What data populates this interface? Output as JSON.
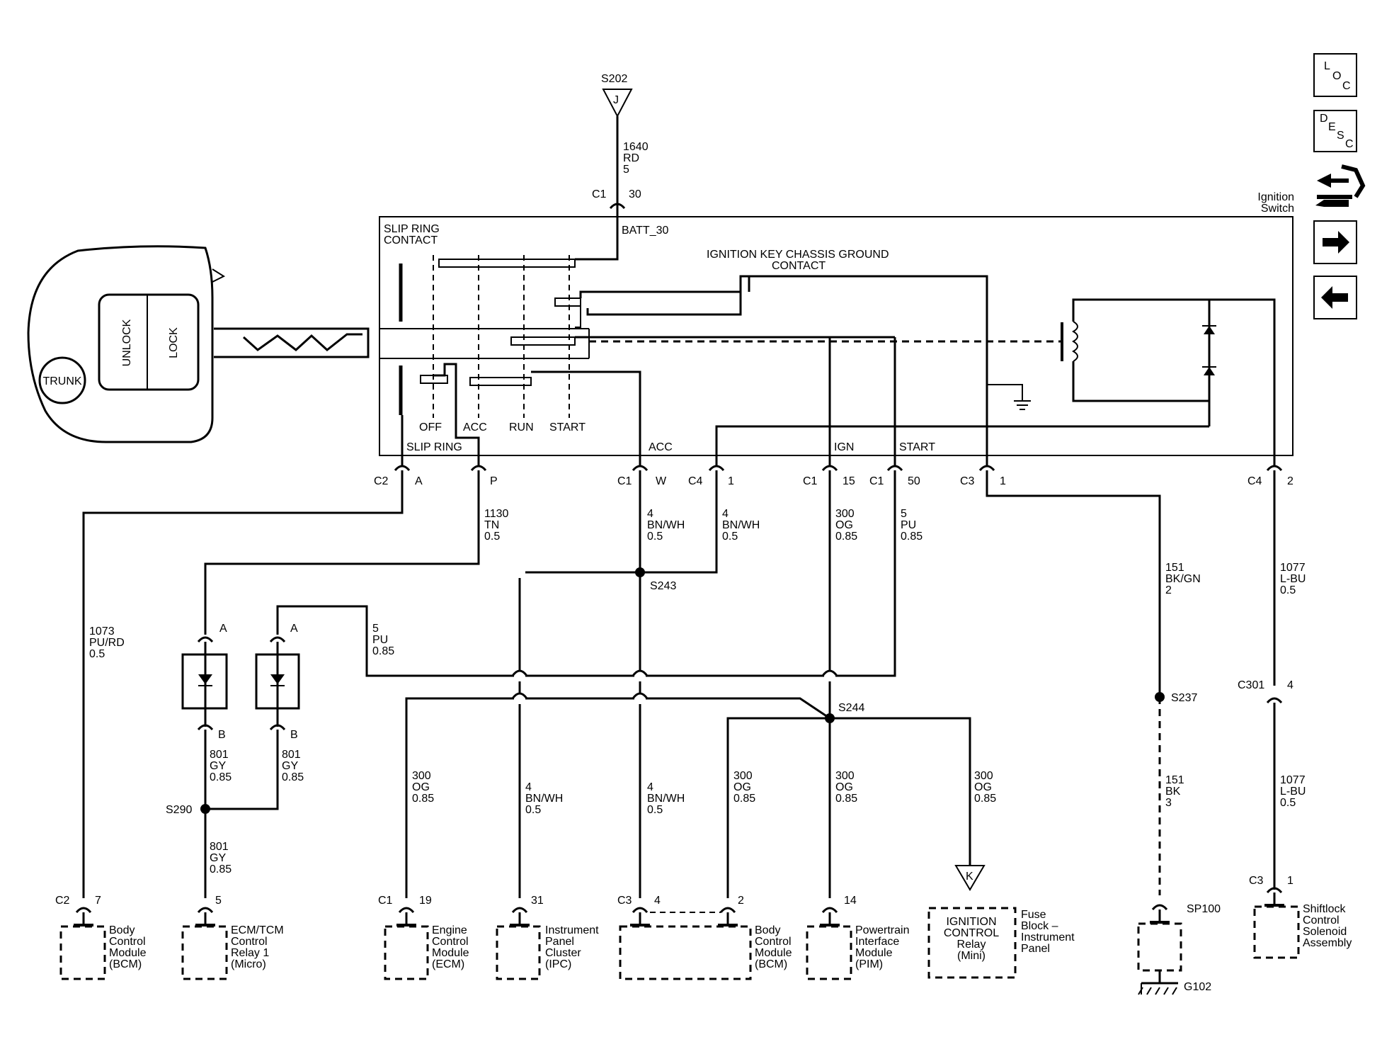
{
  "top": {
    "splice": "S202",
    "splice_letter": "J",
    "wire": [
      "1640",
      "RD",
      "5"
    ],
    "conn": "C1",
    "pin": "30"
  },
  "switch": {
    "title": [
      "Ignition",
      "Switch"
    ],
    "slip_ring_contact": [
      "SLIP RING",
      "CONTACT"
    ],
    "batt": "BATT_30",
    "ground_contact": [
      "IGNITION KEY CHASSIS GROUND",
      "CONTACT"
    ],
    "positions": [
      "OFF",
      "ACC",
      "RUN",
      "START"
    ],
    "outputs": [
      "SLIP RING",
      "ACC",
      "IGN",
      "START"
    ]
  },
  "key": {
    "unlock": "UNLOCK",
    "lock": "LOCK",
    "trunk": "TRUNK"
  },
  "pins": [
    {
      "conn": "C2",
      "pin": "A"
    },
    {
      "conn": "",
      "pin": "P"
    },
    {
      "conn": "C1",
      "pin": "W"
    },
    {
      "conn": "C4",
      "pin": "1"
    },
    {
      "conn": "C1",
      "pin": "15"
    },
    {
      "conn": "C1",
      "pin": "50"
    },
    {
      "conn": "C3",
      "pin": "1"
    },
    {
      "conn": "C4",
      "pin": "2"
    }
  ],
  "wires": {
    "w1073": [
      "1073",
      "PU/RD",
      "0.5"
    ],
    "w1130": [
      "1130",
      "TN",
      "0.5"
    ],
    "w4a": [
      "4",
      "BN/WH",
      "0.5"
    ],
    "w4b": [
      "4",
      "BN/WH",
      "0.5"
    ],
    "w300a": [
      "300",
      "OG",
      "0.85"
    ],
    "w5a": [
      "5",
      "PU",
      "0.85"
    ],
    "w151": [
      "151",
      "BK/GN",
      "2"
    ],
    "w1077a": [
      "1077",
      "L-BU",
      "0.5"
    ],
    "w5b": [
      "5",
      "PU",
      "0.85"
    ],
    "w801a": [
      "801",
      "GY",
      "0.85"
    ],
    "w801b": [
      "801",
      "GY",
      "0.85"
    ],
    "w801c": [
      "801",
      "GY",
      "0.85"
    ],
    "w300b": [
      "300",
      "OG",
      "0.85"
    ],
    "w4c": [
      "4",
      "BN/WH",
      "0.5"
    ],
    "w4d": [
      "4",
      "BN/WH",
      "0.5"
    ],
    "w300c": [
      "300",
      "OG",
      "0.85"
    ],
    "w300d": [
      "300",
      "OG",
      "0.85"
    ],
    "w300e": [
      "300",
      "OG",
      "0.85"
    ],
    "w151b": [
      "151",
      "BK",
      "3"
    ],
    "w1077b": [
      "1077",
      "L-BU",
      "0.5"
    ]
  },
  "splices": {
    "s243": "S243",
    "s244": "S244",
    "s290": "S290",
    "s237": "S237",
    "c301": "C301",
    "c301_pin": "4",
    "k": "K"
  },
  "diodes": {
    "a1": "A",
    "a2": "A",
    "b1": "B",
    "b2": "B"
  },
  "components": [
    {
      "conn": "C2",
      "pin": "7",
      "name": [
        "Body",
        "Control",
        "Module",
        "(BCM)"
      ]
    },
    {
      "conn": "",
      "pin": "5",
      "name": [
        "ECM/TCM",
        "Control",
        "Relay 1",
        "(Micro)"
      ]
    },
    {
      "conn": "C1",
      "pin": "19",
      "name": [
        "Engine",
        "Control",
        "Module",
        "(ECM)"
      ]
    },
    {
      "conn": "",
      "pin": "31",
      "name": [
        "Instrument",
        "Panel",
        "Cluster",
        "(IPC)"
      ]
    },
    {
      "conn": "C3",
      "pin": "4",
      "pin2": "2",
      "name": [
        "Body",
        "Control",
        "Module",
        "(BCM)"
      ]
    },
    {
      "conn": "",
      "pin": "14",
      "name": [
        "Powertrain",
        "Interface",
        "Module",
        "(PIM)"
      ]
    },
    {
      "conn": "",
      "pin": "",
      "name": [
        "Fuse",
        "Block –",
        "Instrument",
        "Panel"
      ],
      "inner": [
        "IGNITION",
        "CONTROL",
        "Relay",
        "(Mini)"
      ]
    },
    {
      "conn": "",
      "pin": "SP100",
      "name": [
        "G102"
      ]
    },
    {
      "conn": "C3",
      "pin": "1",
      "name": [
        "Shiftlock",
        "Control",
        "Solenoid",
        "Assembly"
      ]
    }
  ],
  "nav": {
    "loc": [
      "L",
      "O",
      "C"
    ],
    "desc": [
      "D",
      "E",
      "S",
      "C"
    ]
  }
}
